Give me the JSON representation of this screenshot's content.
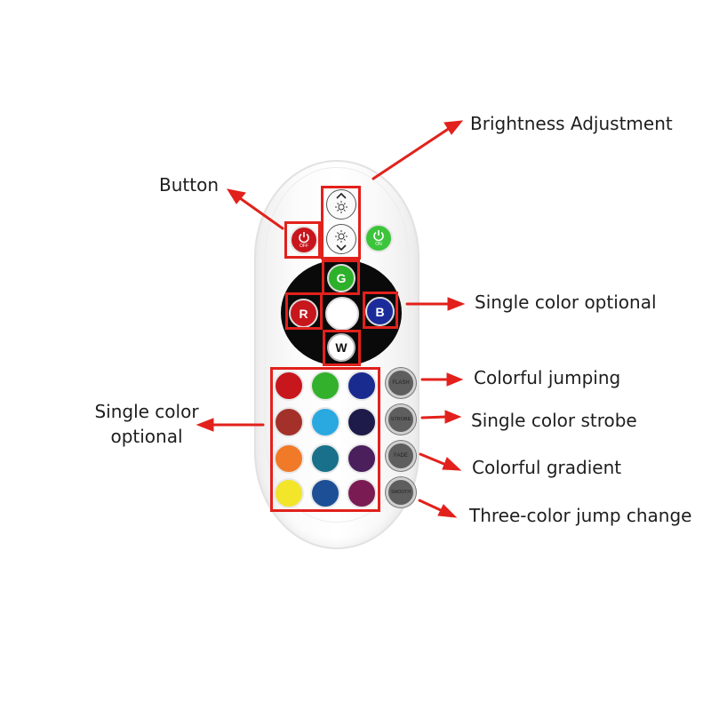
{
  "labels": {
    "brightness": "Brightness Adjustment",
    "button": "Button",
    "single_color_right": "Single color optional",
    "single_color_left_line1": "Single color",
    "single_color_left_line2": "optional",
    "flash_desc": "Colorful jumping",
    "strobe_desc": "Single color strobe",
    "fade_desc": "Colorful gradient",
    "smooth_desc": "Three-color jump change"
  },
  "remote": {
    "off_text": "OFF",
    "on_text": "ON",
    "g_label": "G",
    "r_label": "R",
    "b_label": "B",
    "w_label": "W",
    "flash": "FLASH",
    "strobe": "STROBE",
    "fade": "FADE",
    "smooth": "SMOOTH",
    "grid_colors": [
      [
        "#c8161d",
        "#33b02c",
        "#1a2b8f"
      ],
      [
        "#a3312a",
        "#2aa8e0",
        "#1e1a4a"
      ],
      [
        "#f07a28",
        "#19708a",
        "#4a1f5c"
      ],
      [
        "#f2e52a",
        "#1d4f97",
        "#7a1c53"
      ]
    ]
  },
  "colors": {
    "highlight": "#e2211c",
    "arrow": "#e2211c",
    "off_button": "#c8161d",
    "on_button": "#3cc43a",
    "g_button": "#2db02a",
    "r_button": "#c8161d",
    "b_button": "#1b2c9a",
    "dpad": "#0a0a0a"
  }
}
